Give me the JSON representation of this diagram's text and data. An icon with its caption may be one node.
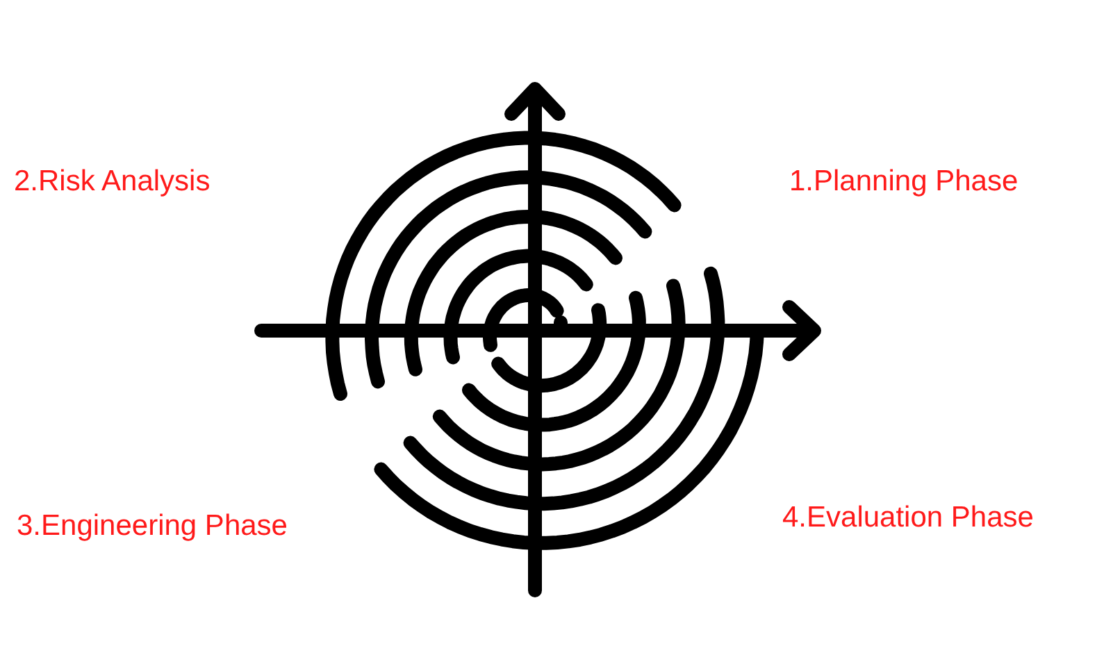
{
  "diagram": {
    "labels": [
      "2.Risk Analysis",
      "1.Planning Phase",
      "3.Engineering Phase",
      "4.Evaluation Phase"
    ]
  }
}
